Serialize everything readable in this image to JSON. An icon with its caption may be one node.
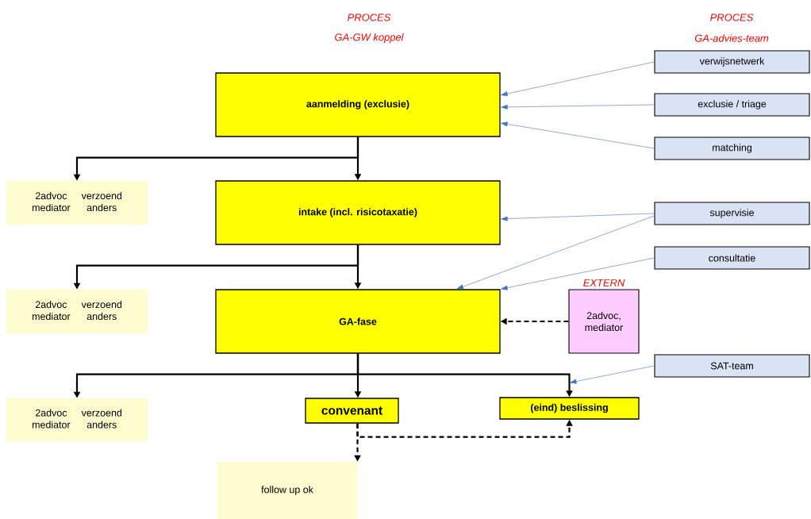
{
  "diagram": {
    "nodes": [
      {
        "text": [
          "aanmelding (exclusie)"
        ]
      },
      {
        "text": [
          "intake (incl. risicotaxatie)"
        ]
      },
      {
        "text": [
          "GA-fase"
        ]
      },
      {
        "text": [
          "convenant"
        ]
      },
      {
        "text": [
          "(eind) beslissing"
        ]
      },
      {
        "text": [
          "follow up ok"
        ]
      },
      {
        "text": [
          "2advoc",
          "verzoend",
          "mediator",
          "anders"
        ]
      },
      {
        "text": [
          "2advoc",
          "verzoend",
          "mediator",
          "anders"
        ]
      },
      {
        "text": [
          "2advoc",
          "verzoend",
          "mediator",
          "anders"
        ]
      },
      {
        "text": [
          "verwijsnetwerk"
        ]
      },
      {
        "text": [
          "exclusie / triage"
        ]
      },
      {
        "text": [
          "matching"
        ]
      },
      {
        "text": [
          "supervisie"
        ]
      },
      {
        "text": [
          "consultatie"
        ]
      },
      {
        "text": [
          "2advoc, mediator"
        ],
        "beside": [
          "EXTERN"
        ]
      },
      {
        "text": [
          "SAT-team"
        ]
      }
    ],
    "edges": [
      {
        "from": 0,
        "to": 6,
        "arrow": "to",
        "color": "#000000"
      },
      {
        "from": 0,
        "to": 1,
        "arrow": "to",
        "color": "#000000"
      },
      {
        "from": 1,
        "to": 7,
        "arrow": "to",
        "color": "#000000"
      },
      {
        "from": 1,
        "to": 2,
        "arrow": "to",
        "color": "#000000"
      },
      {
        "from": 2,
        "to": 8,
        "arrow": "to",
        "color": "#000000"
      },
      {
        "from": 2,
        "to": 3,
        "arrow": "to",
        "color": "#000000"
      },
      {
        "from": 2,
        "to": 4,
        "arrow": "to",
        "color": "#000000"
      },
      {
        "from": 3,
        "to": 5,
        "arrow": "to",
        "style": "dashed",
        "color": "#000000"
      },
      {
        "from": 3,
        "to": 4,
        "arrow": "to",
        "style": "dashed",
        "color": "#000000"
      },
      {
        "from": 14,
        "to": 2,
        "arrow": "to",
        "style": "dashed",
        "color": "#000000"
      },
      {
        "from": 9,
        "to": 0,
        "arrow": "to",
        "color": "#4472c4"
      },
      {
        "from": 10,
        "to": 0,
        "arrow": "to",
        "color": "#4472c4"
      },
      {
        "from": 11,
        "to": 0,
        "arrow": "to",
        "color": "#4472c4"
      },
      {
        "from": 12,
        "to": 1,
        "arrow": "to",
        "color": "#4472c4"
      },
      {
        "from": 12,
        "to": 2,
        "arrow": "to",
        "color": "#4472c4"
      },
      {
        "from": 13,
        "to": 2,
        "arrow": "to",
        "color": "#4472c4"
      },
      {
        "from": 15,
        "to": 4,
        "arrow": "to",
        "color": "#4472c4"
      }
    ],
    "labels": [
      "PROCES",
      "GA-GW koppel",
      "PROCES",
      "GA-advies-team"
    ]
  }
}
